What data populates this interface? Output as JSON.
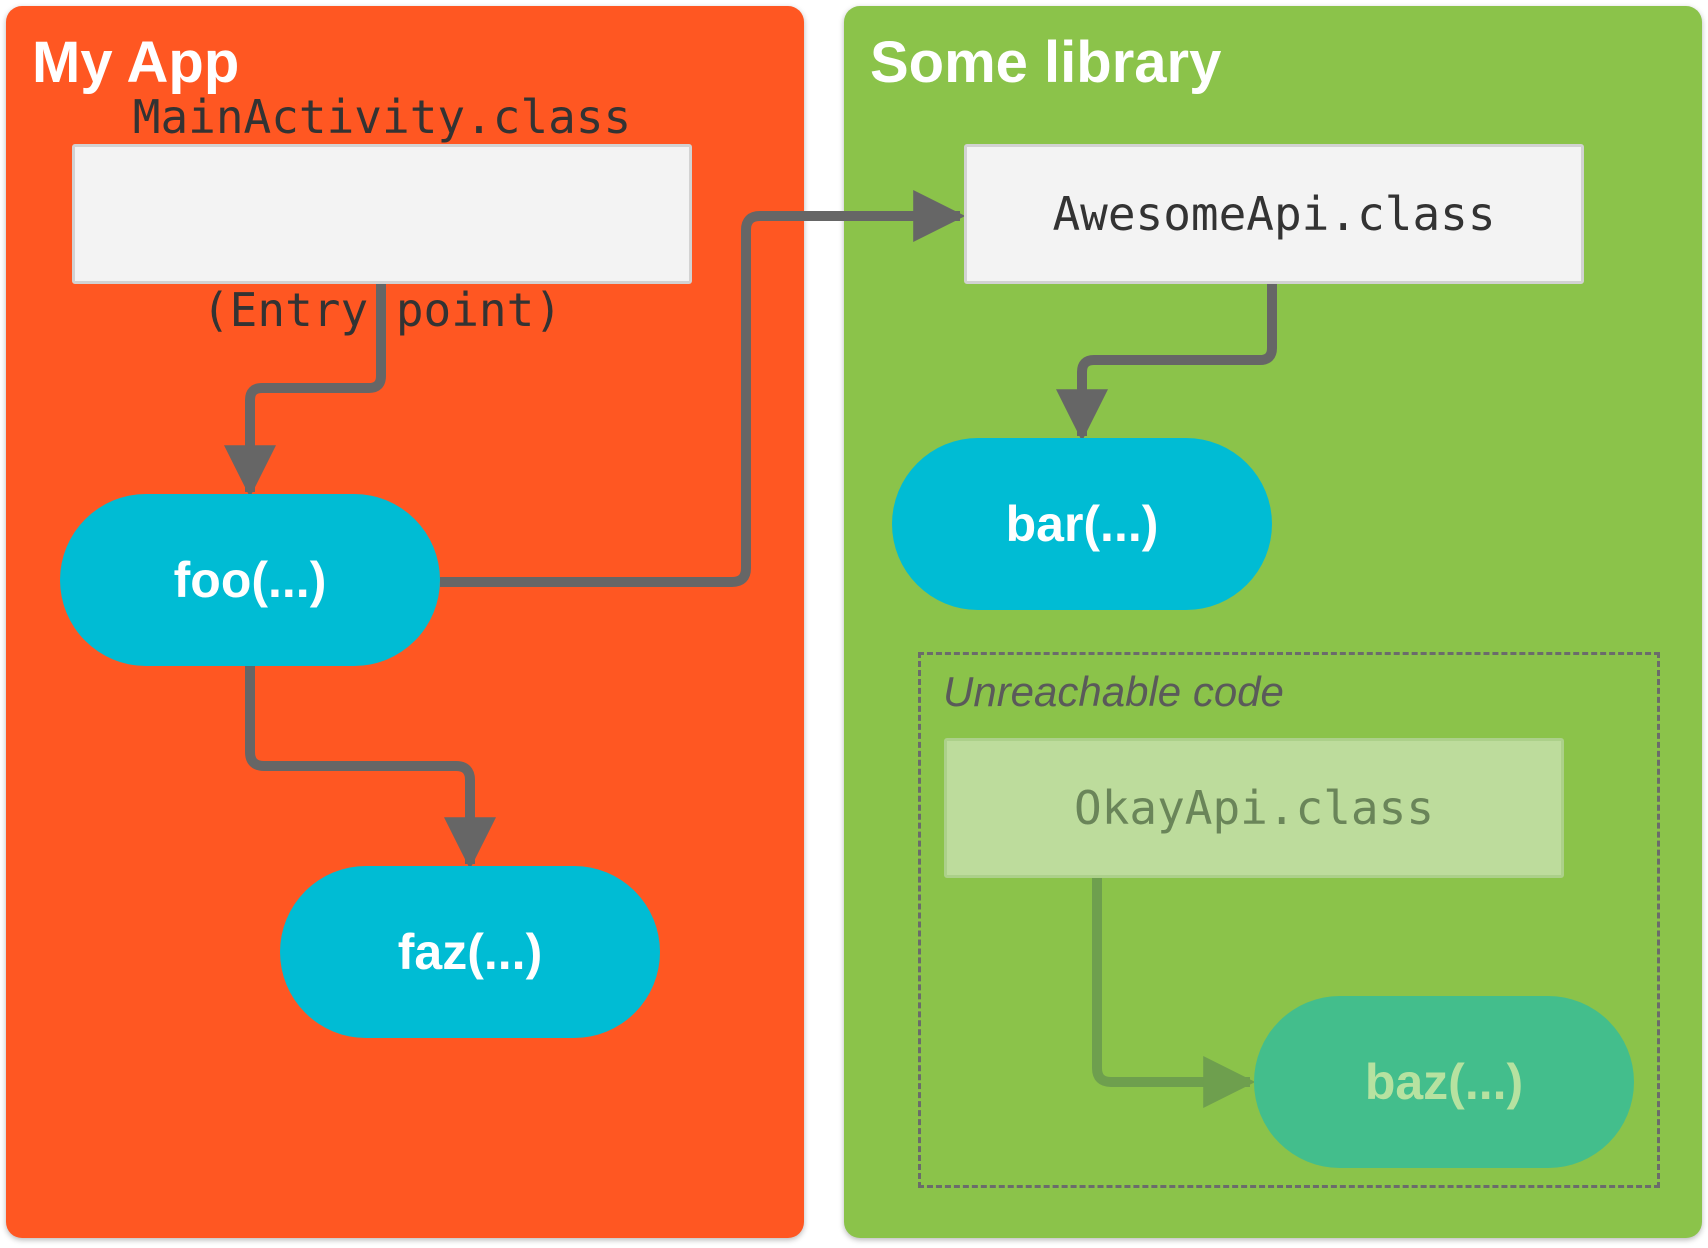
{
  "colors": {
    "app_panel": "#FF5722",
    "library_panel": "#8BC34A",
    "function_pill": "#00BCD4",
    "unreachable_pill": "#43BE8C",
    "arrow": "#666666",
    "unreachable_arrow": "#6E9F4E"
  },
  "panels": {
    "app": {
      "title": "My App"
    },
    "library": {
      "title": "Some library"
    }
  },
  "nodes": {
    "main_activity": {
      "line1": "MainActivity.class",
      "line2": "(Entry point)"
    },
    "foo": {
      "label": "foo(...)"
    },
    "faz": {
      "label": "faz(...)"
    },
    "awesome_api": {
      "label": "AwesomeApi.class"
    },
    "bar": {
      "label": "bar(...)"
    },
    "unreachable": {
      "label": "Unreachable code"
    },
    "okay_api": {
      "label": "OkayApi.class"
    },
    "baz": {
      "label": "baz(...)"
    }
  },
  "edges": [
    {
      "from": "main_activity",
      "to": "foo"
    },
    {
      "from": "foo",
      "to": "faz"
    },
    {
      "from": "foo",
      "to": "awesome_api"
    },
    {
      "from": "awesome_api",
      "to": "bar"
    },
    {
      "from": "okay_api",
      "to": "baz"
    }
  ]
}
